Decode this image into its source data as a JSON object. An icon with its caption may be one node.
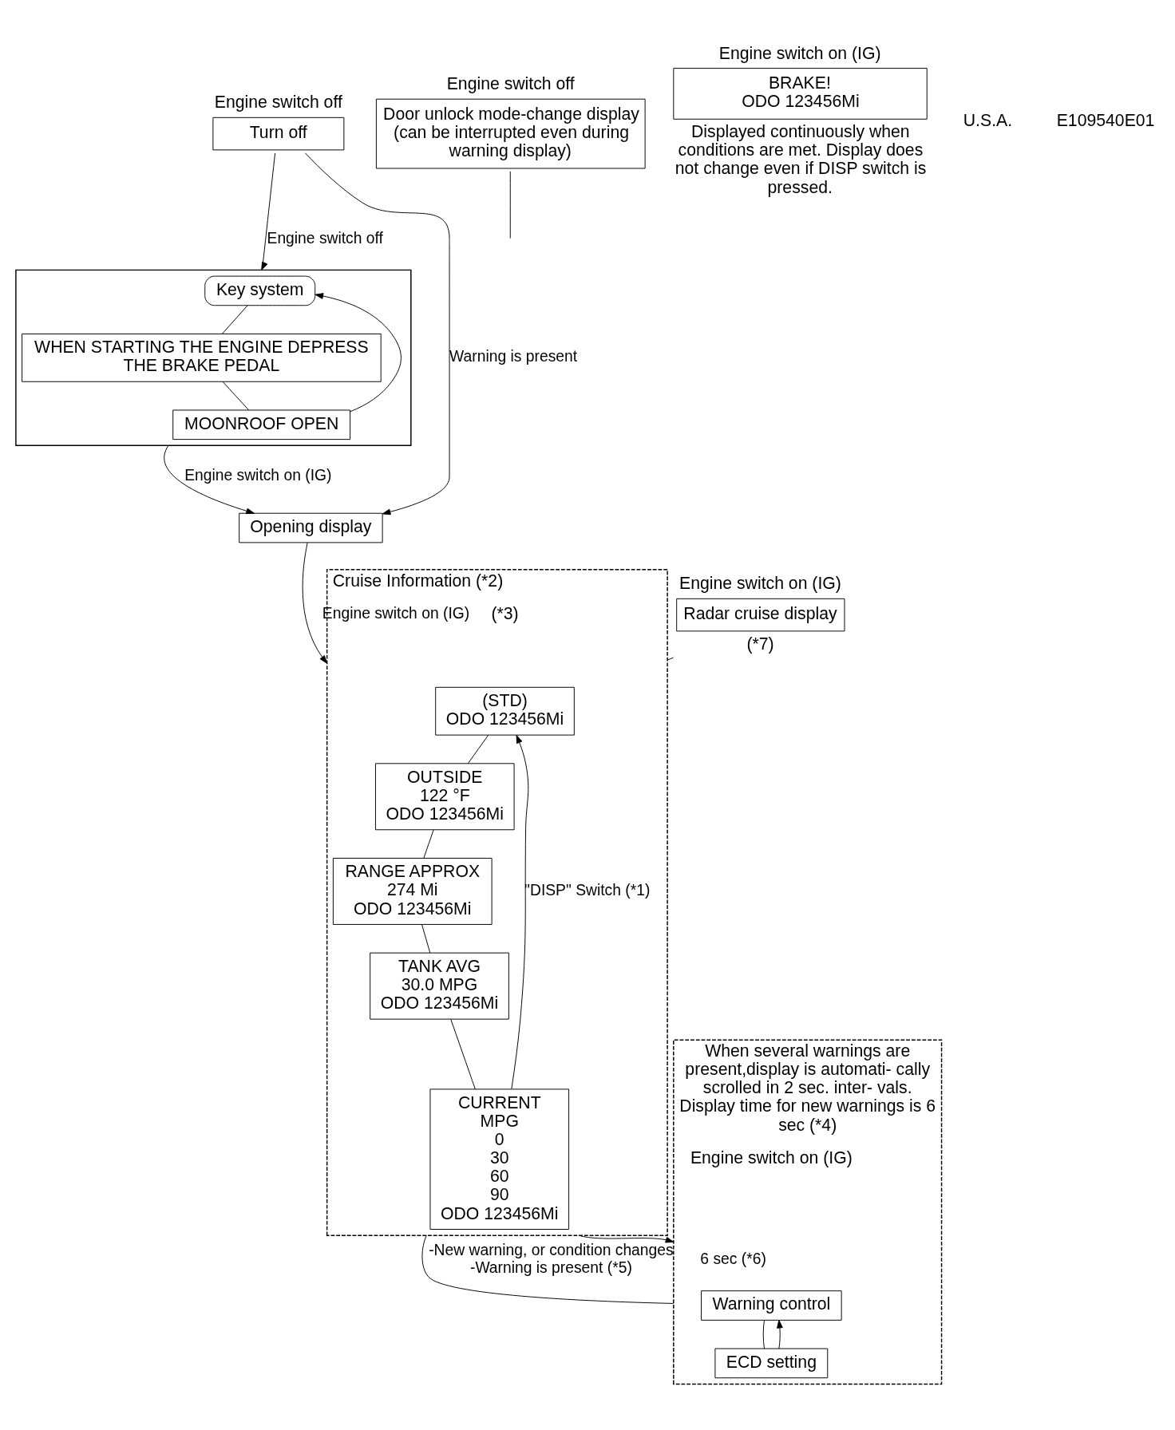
{
  "diagram": {
    "nodes": [
      {
        "text": [
          "Turn off"
        ],
        "beside": [
          "Engine switch off"
        ]
      },
      {
        "text": [
          "Door unlock mode-change display (can be interrupted even during warning display)"
        ],
        "beside": [
          "Engine switch off"
        ]
      },
      {
        "text": [
          "BRAKE!",
          "ODO 123456Mi"
        ],
        "beside": [
          "Engine switch on (IG)",
          "Displayed continuously when conditions are met. Display does not change even if DISP switch is pressed."
        ]
      },
      {
        "text": [],
        "shape": "box"
      },
      {
        "text": [
          "Key system"
        ],
        "in": 3
      },
      {
        "text": [
          "WHEN STARTING THE ENGINE DEPRESS THE BRAKE PEDAL"
        ],
        "in": 3
      },
      {
        "text": [
          "MOONROOF OPEN"
        ],
        "in": 3
      },
      {
        "text": [
          "Opening display"
        ]
      },
      {
        "text": [
          "Cruise Information (*2)"
        ],
        "beside": [
          "(*3)"
        ]
      },
      {
        "text": [
          "(STD)",
          "ODO 123456Mi"
        ],
        "in": 8
      },
      {
        "text": [
          "OUTSIDE",
          "122 °F",
          "ODO 123456Mi"
        ],
        "in": 8
      },
      {
        "text": [
          "RANGE APPROX",
          "274 Mi",
          "ODO 123456Mi"
        ],
        "in": 8
      },
      {
        "text": [
          "TANK AVG",
          "30.0 MPG",
          "ODO 123456Mi"
        ],
        "in": 8
      },
      {
        "text": [
          "CURRENT",
          "MPG",
          "0",
          "30",
          "60",
          "90",
          "ODO 123456Mi"
        ],
        "in": 8
      },
      {
        "text": [
          "When several warnings are present,display is automati- cally scrolled in 2 sec. inter- vals. Display time for new warnings is 6 sec (*4)"
        ],
        "beside": [
          "Engine switch on (IG)"
        ]
      },
      {
        "text": [
          "Warning control"
        ],
        "in": 14
      },
      {
        "text": [
          "ECD setting"
        ],
        "in": 14
      },
      {
        "text": [
          "Radar cruise display"
        ],
        "beside": [
          "Engine switch on (IG)",
          "(*7)"
        ]
      }
    ],
    "edges": [
      {
        "from": 1,
        "to": null,
        "arrow": "none"
      },
      {
        "from": 0,
        "to": 3,
        "arrow": "to",
        "label": "Engine switch off"
      },
      {
        "from": 0,
        "to": 7,
        "arrow": "to",
        "label": "Warning is present"
      },
      {
        "from": 3,
        "to": 7,
        "arrow": "to",
        "label": "Engine switch on (IG)"
      },
      {
        "from": 4,
        "to": 5,
        "arrow": "none"
      },
      {
        "from": 5,
        "to": 6,
        "arrow": "none"
      },
      {
        "from": 6,
        "to": 4,
        "arrow": "to"
      },
      {
        "from": 7,
        "to": 8,
        "arrow": "to",
        "label": "Engine switch on (IG)"
      },
      {
        "from": 9,
        "to": 10,
        "arrow": "none"
      },
      {
        "from": 10,
        "to": 11,
        "arrow": "none"
      },
      {
        "from": 11,
        "to": 12,
        "arrow": "none"
      },
      {
        "from": 12,
        "to": 13,
        "arrow": "none"
      },
      {
        "from": 13,
        "to": 9,
        "arrow": "to",
        "label": "\"DISP\" Switch (*1)"
      },
      {
        "from": 15,
        "to": 16,
        "arrow": "none"
      },
      {
        "from": 16,
        "to": 15,
        "arrow": "to"
      },
      {
        "from": 8,
        "to": 14,
        "arrow": "none",
        "label": "-New warning, or condition changes -Warning is present (*5)"
      },
      {
        "from": 8,
        "to": 14,
        "arrow": "to",
        "label": "6 sec (*6)"
      },
      {
        "from": 17,
        "to": 8,
        "arrow": "none"
      }
    ],
    "labels": [
      "U.S.A.",
      "E109540E01"
    ]
  }
}
